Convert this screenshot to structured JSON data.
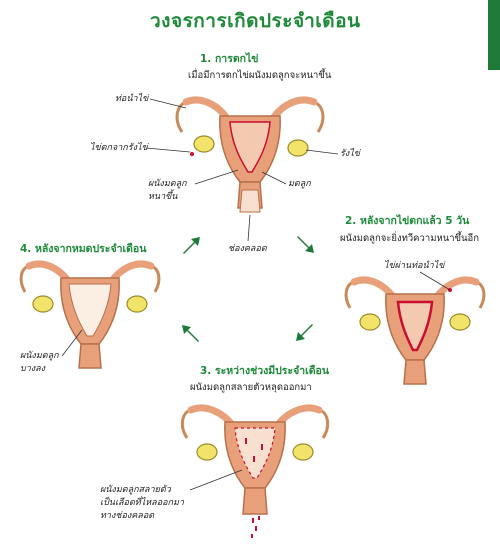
{
  "title": "วงจรการเกิดประจำเดือน",
  "stages": [
    {
      "title": "1. การตกไข่",
      "subtitle": "เมื่อมีการตกไข่ผนังมดลูกจะหนาขึ้น",
      "labels": {
        "tube": "ท่อนำไข่",
        "egg": "ไข่ตกจากรังไข่",
        "ovary": "รังไข่",
        "wall_line1": "ผนังมดลูก",
        "wall_line2": "หนาขึ้น",
        "uterus": "มดลูก",
        "vagina": "ช่องคลอด"
      }
    },
    {
      "title": "2. หลังจากไข่ตกแล้ว 5 วัน",
      "subtitle": "ผนังมดลูกจะยิ่งทวีความหนาขึ้นอีก",
      "labels": {
        "egg_tube": "ไข่ผ่านท่อนำไข่"
      }
    },
    {
      "title": "3. ระหว่างช่วงมีประจำเดือน",
      "subtitle": "ผนังมดลูกสลายตัวหลุดออกมา",
      "labels": {
        "line1": "ผนังมดลูกสลายตัว",
        "line2": "เป็นเลือดที่ไหลออกมา",
        "line3": "ทางช่องคลอด"
      }
    },
    {
      "title": "4. หลังจากหมดประจำเดือน",
      "subtitle": "",
      "labels": {
        "line1": "ผนังมดลูก",
        "line2": "บางลง"
      }
    }
  ],
  "colors": {
    "title_green": "#1e8a3a",
    "arrow_green": "#1f7a3a",
    "tissue": "#e8a07a",
    "lining": "#f3c9b0",
    "ovary": "#f2e46a",
    "blood": "#c8102e"
  }
}
